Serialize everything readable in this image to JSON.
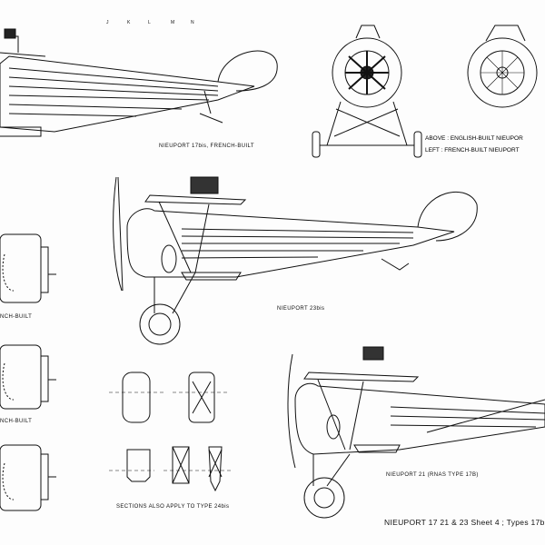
{
  "labels": {
    "top_left": "NIEUPORT 17bis, FRENCH-BUILT",
    "middle": "NIEUPORT 23bis",
    "bottom_right": "NIEUPORT 21 (RNAS TYPE 17B)",
    "sections_note": "SECTIONS ALSO APPLY TO TYPE 24bis",
    "front_above": "ABOVE : ENGLISH-BUILT NIEUPOR",
    "front_left": "LEFT : FRENCH-BUILT NIEUPORT",
    "cowl_1": "NCH-BUILT",
    "cowl_2": "NCH-BUILT",
    "sheet_title": "NIEUPORT 17  21 & 23  Sheet 4 ; Types 17bis, 2"
  },
  "section_letters": {
    "j": "J",
    "k": "K",
    "l": "L",
    "m": "M",
    "n": "N"
  }
}
